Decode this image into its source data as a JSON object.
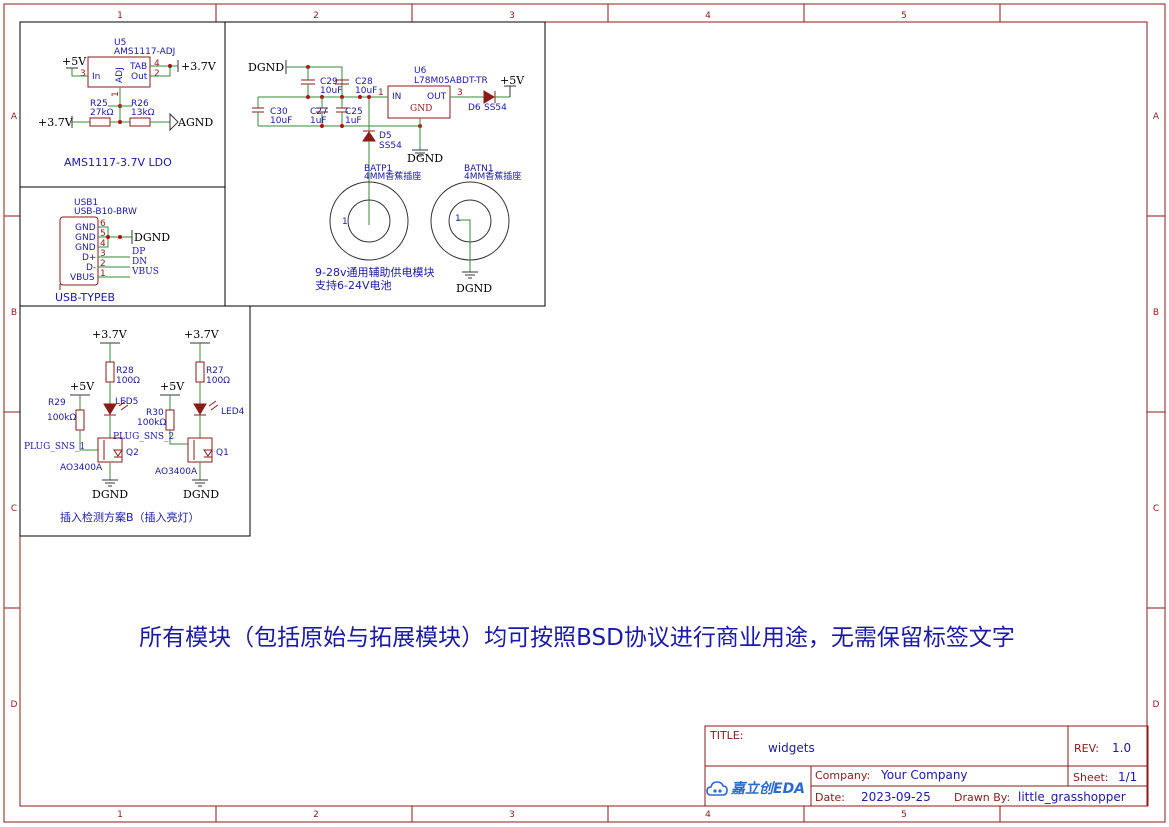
{
  "frame": {
    "columns": [
      "1",
      "2",
      "3",
      "4",
      "5"
    ],
    "rows": [
      "A",
      "B",
      "C",
      "D"
    ]
  },
  "ldo": {
    "ref": "U5",
    "part": "AMS1117-ADJ",
    "pin_in": "In",
    "pin_adj": "ADJ",
    "pin_tab": "TAB",
    "pin_out": "Out",
    "pin_n3": "3",
    "pin_n1": "1",
    "pin_n4": "4",
    "pin_n2": "2",
    "vin": "+5V",
    "vout": "+3.7V",
    "vleft": "+3.7V",
    "agnd": "AGND",
    "r25": "R25",
    "r25v": "27kΩ",
    "r26": "R26",
    "r26v": "13kΩ",
    "caption": "AMS1117-3.7V LDO"
  },
  "usb": {
    "ref": "USB1",
    "part": "USB-B10-BRW",
    "pins": [
      {
        "name": "GND",
        "num": "6"
      },
      {
        "name": "GND",
        "num": "5"
      },
      {
        "name": "GND",
        "num": "4"
      },
      {
        "name": "D+",
        "num": "3"
      },
      {
        "name": "D-",
        "num": "2"
      },
      {
        "name": "VBUS",
        "num": "1"
      }
    ],
    "gnd": "DGND",
    "dp": "DP",
    "dn": "DN",
    "vbus": "VBUS",
    "caption": "USB-TYPEB"
  },
  "aux": {
    "dgnd": "DGND",
    "c29": "C29",
    "c29v": "10uF",
    "c28": "C28",
    "c28v": "10uF",
    "c30": "C30",
    "c30v": "10uF",
    "c27": "C27",
    "c27v": "1uF",
    "c25": "C25",
    "c25v": "1uF",
    "u6": "U6",
    "u6p": "L78M05ABDT-TR",
    "in": "IN",
    "out": "OUT",
    "gnd": "GND",
    "p1": "1",
    "p3": "3",
    "p1b": "1",
    "d6": "D6",
    "d6v": "SS54",
    "v5": "+5V",
    "d5": "D5",
    "d5v": "SS54",
    "gnd2": "DGND",
    "batp": "BATP1",
    "batpv": "4MM香蕉插座",
    "batn": "BATN1",
    "batnv": "4MM香蕉插座",
    "pin1": "1",
    "pin1b": "1",
    "gnd3": "DGND",
    "caption1": "9-28v通用辅助供电模块",
    "caption2": "支持6-24V电池"
  },
  "plug": {
    "v37a": "+3.7V",
    "v37b": "+3.7V",
    "v5a": "+5V",
    "v5b": "+5V",
    "r28": "R28",
    "r28v": "100Ω",
    "r27": "R27",
    "r27v": "100Ω",
    "r29": "R29",
    "r29v": "100kΩ",
    "r30": "R30",
    "r30v": "100kΩ",
    "led5": "LED5",
    "led4": "LED4",
    "sns1": "PLUG_SNS_1",
    "sns2": "PLUG_SNS_2",
    "q2": "Q2",
    "q1": "Q1",
    "mos1": "AO3400A",
    "mos2": "AO3400A",
    "gnd1": "DGND",
    "gnd2": "DGND",
    "caption": "插入检测方案B（插入亮灯）"
  },
  "notice": "所有模块（包括原始与拓展模块）均可按照BSD协议进行商业用途，无需保留标签文字",
  "titleblock": {
    "title_label": "TITLE:",
    "title": "widgets",
    "rev_label": "REV:",
    "rev": "1.0",
    "company_label": "Company:",
    "company": "Your Company",
    "sheet_label": "Sheet:",
    "sheet": "1/1",
    "date_label": "Date:",
    "date": "2023-09-25",
    "drawn_label": "Drawn By:",
    "drawn": "little_grasshopper",
    "logo": "嘉立创EDA",
    "logo_icon": "cloud-icon"
  }
}
